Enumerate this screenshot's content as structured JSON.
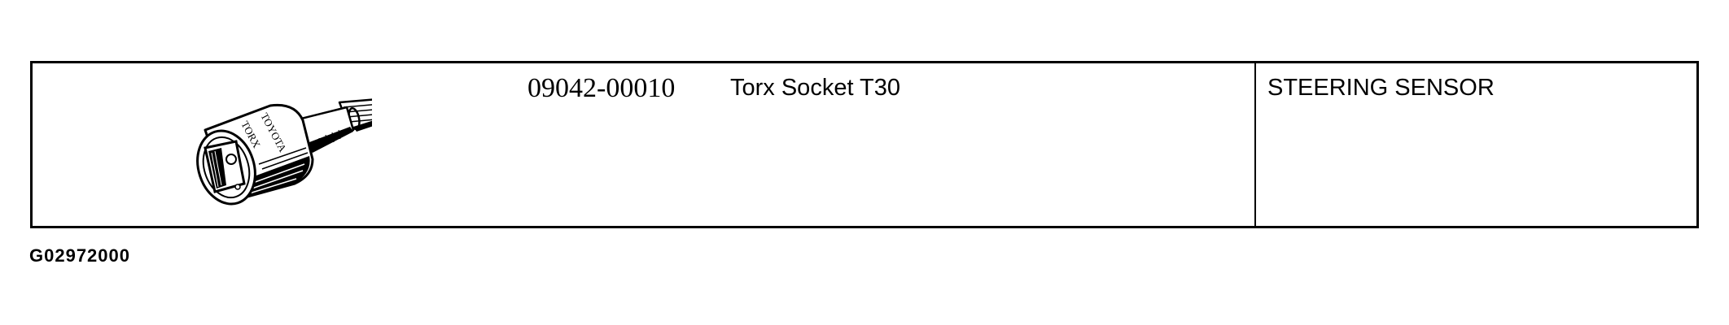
{
  "tool_table": {
    "rows": [
      {
        "illustration": {
          "icon": "torx-socket-illustration",
          "engraving": [
            "TOYOTA",
            "TORX"
          ]
        },
        "part_number": "09042-00010",
        "part_name": "Torx Socket T30",
        "application": "STEERING SENSOR"
      }
    ]
  },
  "figure": {
    "code": "G02972000"
  },
  "colors": {
    "ink": "#000000",
    "background": "#ffffff"
  }
}
